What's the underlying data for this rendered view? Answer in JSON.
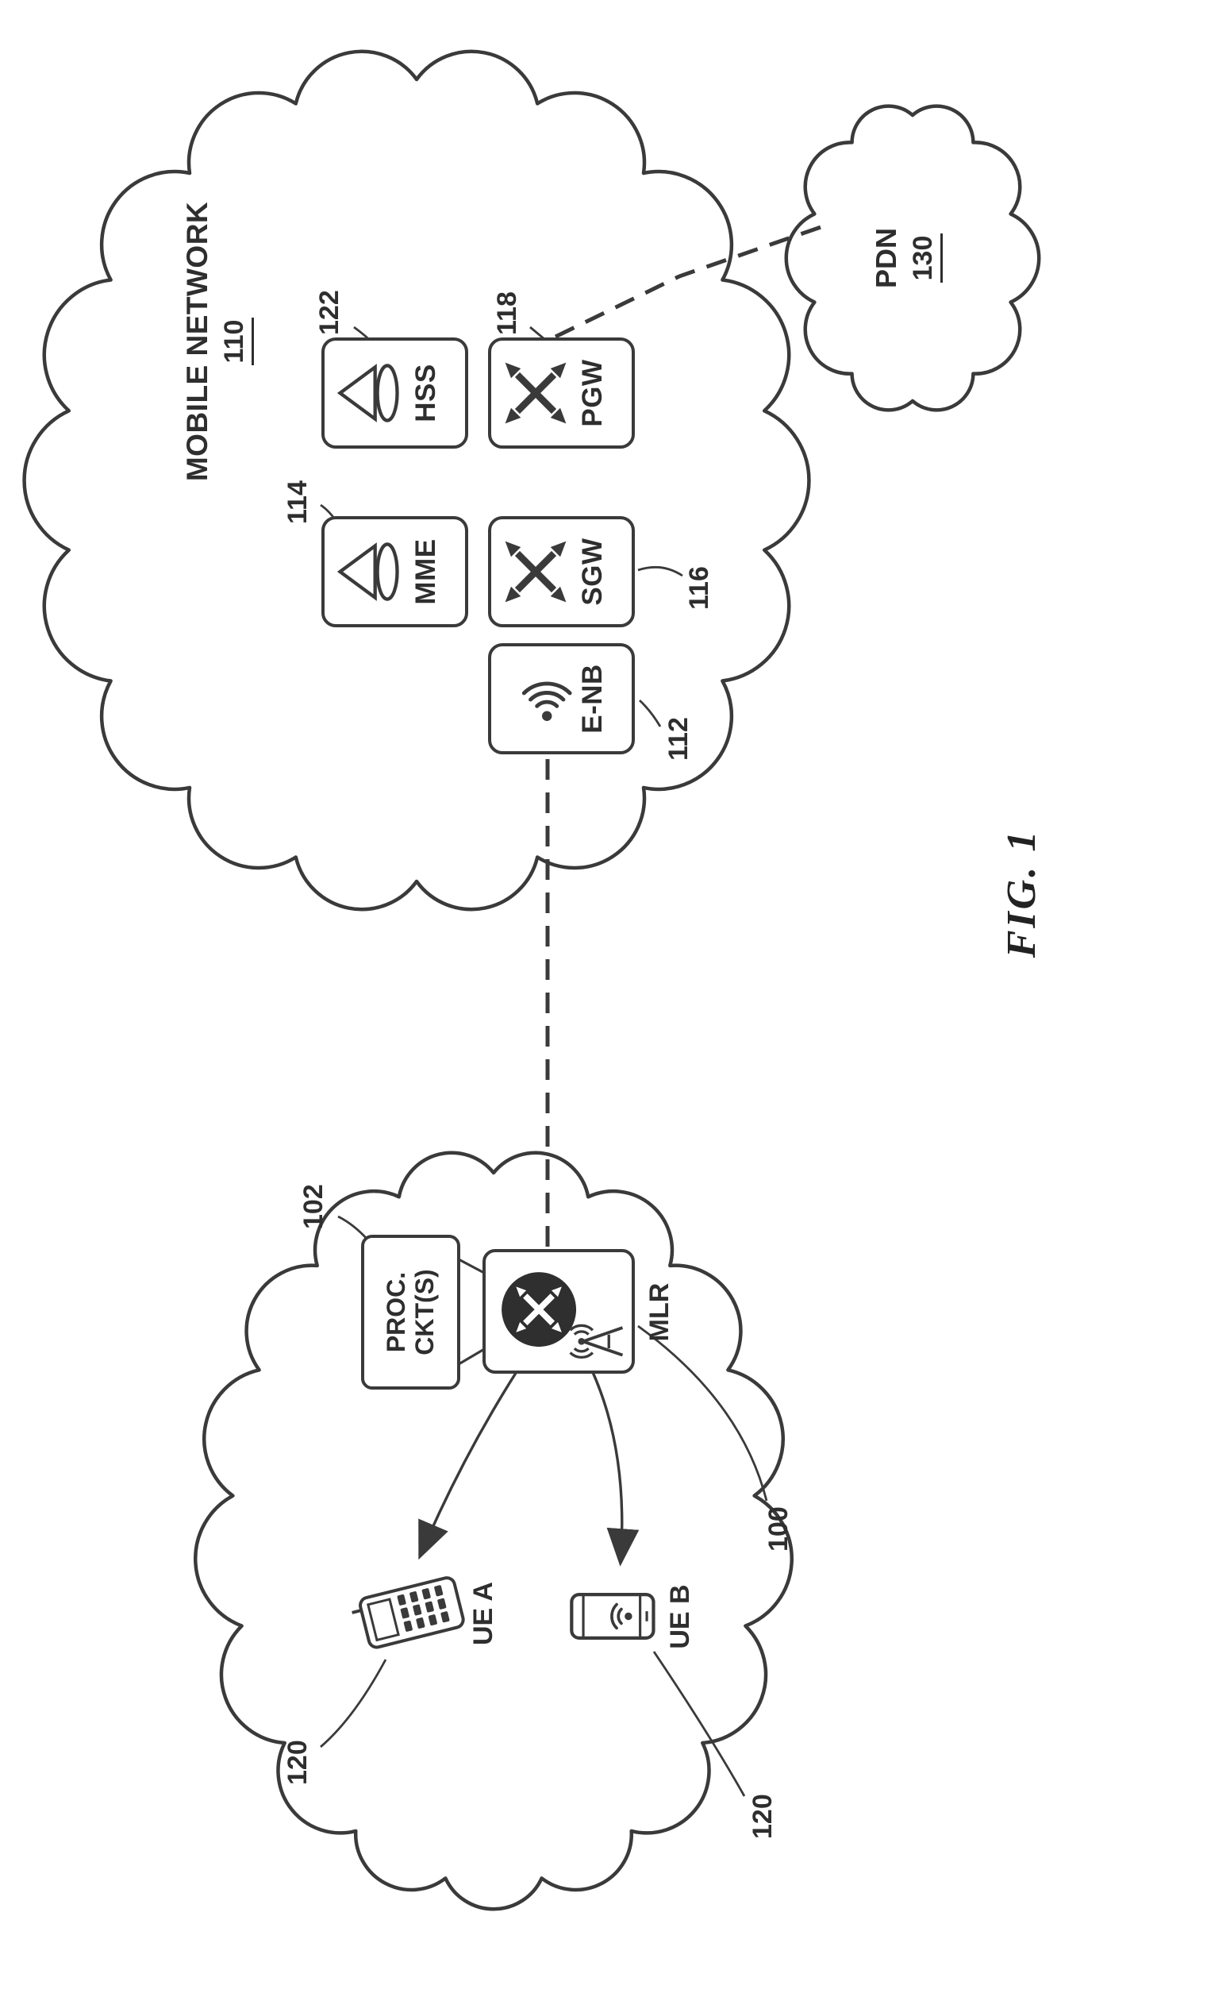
{
  "figure": {
    "caption": "FIG. 1"
  },
  "mobile_network": {
    "title": "MOBILE NETWORK",
    "ref": "110",
    "nodes": {
      "hss": {
        "label": "HSS",
        "ref": "122",
        "icon": "subscriber-server-icon"
      },
      "mme": {
        "label": "MME",
        "ref": "114",
        "icon": "subscriber-server-icon"
      },
      "pgw": {
        "label": "PGW",
        "ref": "118",
        "icon": "packet-gateway-switch-icon"
      },
      "sgw": {
        "label": "SGW",
        "ref": "116",
        "icon": "serving-gateway-switch-icon"
      },
      "enb": {
        "label": "E-NB",
        "ref": "112",
        "icon": "radio-base-station-icon"
      }
    }
  },
  "pdn": {
    "label": "PDN",
    "ref": "130"
  },
  "local_system": {
    "ref": "100",
    "proc": {
      "line1": "PROC.",
      "line2": "CKT(S)",
      "ref": "102"
    },
    "mlr": {
      "label": "MLR",
      "icons": [
        "crossbar-switch-icon",
        "antenna-icon"
      ]
    },
    "ue_a": {
      "label": "UE A",
      "ref": "120",
      "icon": "feature-phone-icon"
    },
    "ue_b": {
      "label": "UE B",
      "ref": "120",
      "icon": "smartphone-icon"
    }
  },
  "colors": {
    "ink": "#3a3a3a",
    "text": "#2e2e2e",
    "paper": "#ffffff"
  }
}
